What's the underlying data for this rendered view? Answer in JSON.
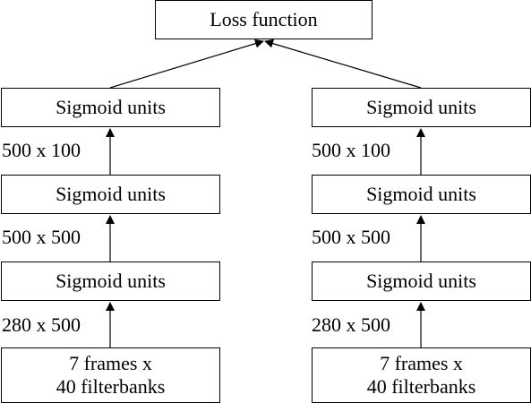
{
  "loss": {
    "label": "Loss function"
  },
  "left_column": {
    "layers": [
      {
        "label": "Sigmoid units",
        "weights": "500 x 100"
      },
      {
        "label": "Sigmoid units",
        "weights": "500 x 500"
      },
      {
        "label": "Sigmoid units",
        "weights": "280 x 500"
      }
    ],
    "input": {
      "line1": "7 frames x",
      "line2": "40 filterbanks"
    }
  },
  "right_column": {
    "layers": [
      {
        "label": "Sigmoid units",
        "weights": "500 x 100"
      },
      {
        "label": "Sigmoid units",
        "weights": "500 x 500"
      },
      {
        "label": "Sigmoid units",
        "weights": "280 x 500"
      }
    ],
    "input": {
      "line1": "7 frames x",
      "line2": "40 filterbanks"
    }
  },
  "colors": {
    "stroke": "#000000",
    "fill": "#ffffff"
  }
}
